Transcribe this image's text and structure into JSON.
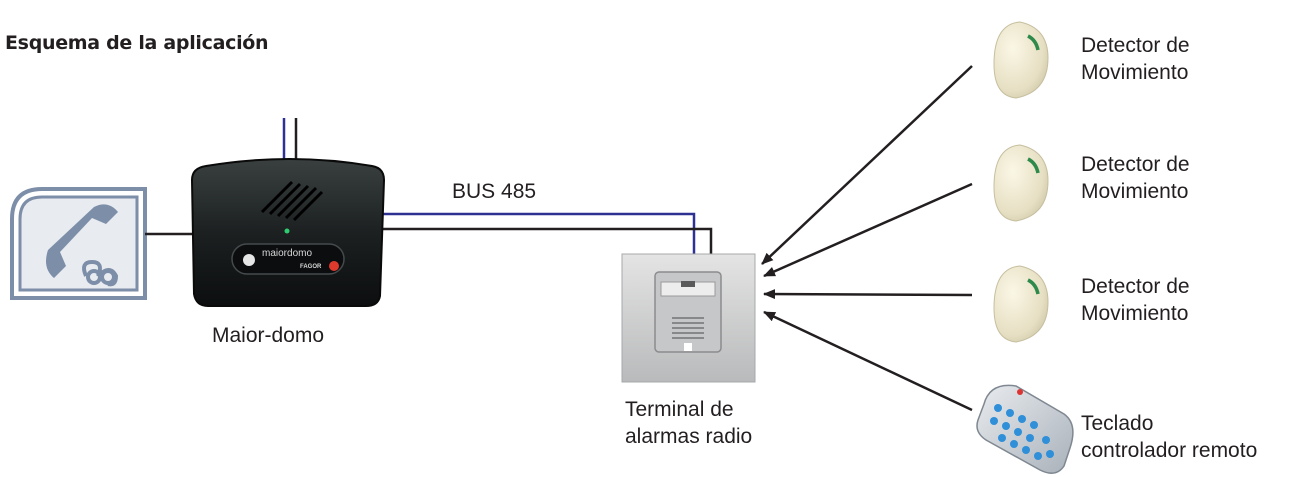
{
  "title": "Esquema de la aplicación",
  "hub": {
    "label": "Maior-domo",
    "brand_text": "maiordomo",
    "maker_text": "FAGOR"
  },
  "bus": {
    "label": "BUS 485"
  },
  "terminal": {
    "label_line1": "Terminal de",
    "label_line2": "alarmas radio"
  },
  "detectors": [
    {
      "line1": "Detector de",
      "line2": "Movimiento"
    },
    {
      "line1": "Detector de",
      "line2": "Movimiento"
    },
    {
      "line1": "Detector de",
      "line2": "Movimiento"
    }
  ],
  "remote": {
    "line1": "Teclado",
    "line2": "controlador remoto"
  },
  "colors": {
    "bus_line": "#2e3192",
    "wire": "#231f20",
    "phone_icon": "#7d8ea8",
    "hub_body": "#1a1d1e"
  },
  "icons": [
    "phone-icon",
    "hub-device",
    "terminal-device",
    "motion-detector",
    "remote-keypad"
  ]
}
